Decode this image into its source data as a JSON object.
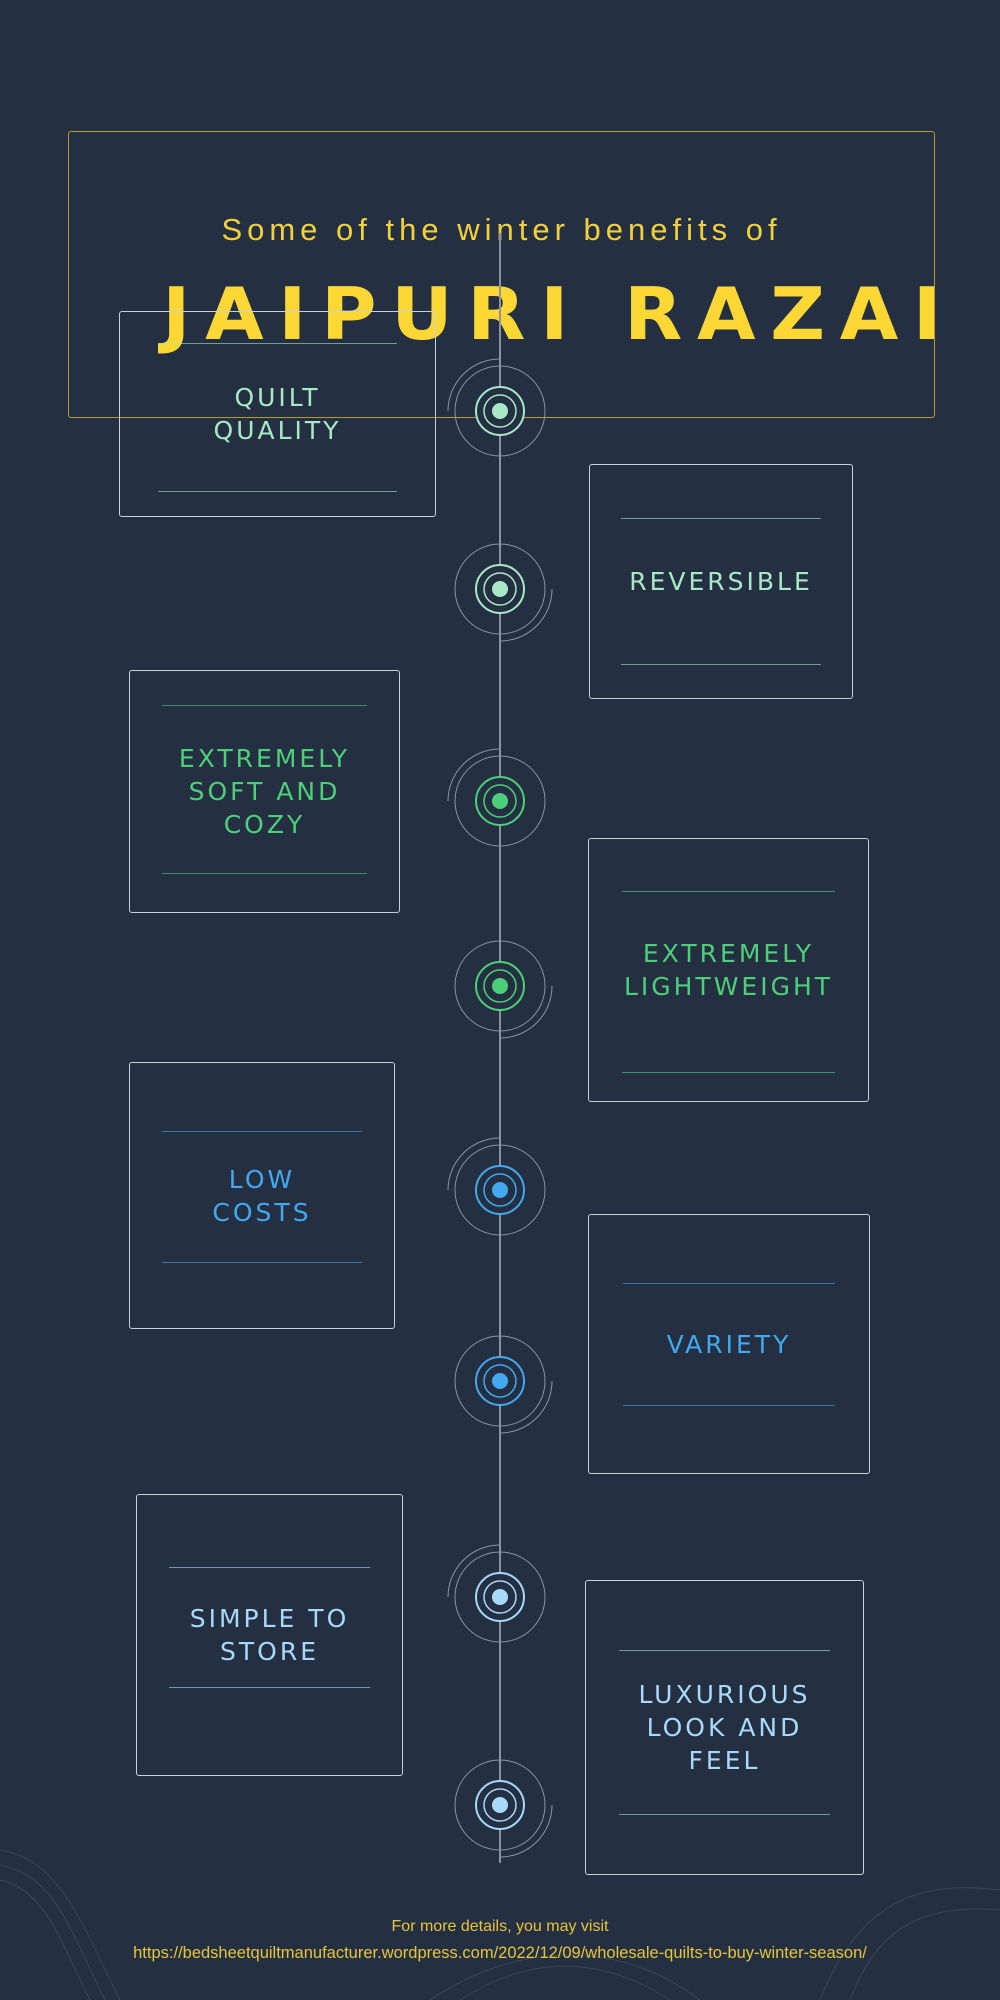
{
  "header": {
    "subtitle": "Some of the winter benefits of",
    "title": "JAIPURI RAZAI"
  },
  "benefits": [
    {
      "label": "QUILT\nQUALITY",
      "color": "#a9e8c6"
    },
    {
      "label": "REVERSIBLE",
      "color": "#a9e8c6"
    },
    {
      "label": "EXTREMELY\nSOFT AND\nCOZY",
      "color": "#4ccf78"
    },
    {
      "label": "EXTREMELY\nLIGHTWEIGHT",
      "color": "#4ccf78"
    },
    {
      "label": "LOW\nCOSTS",
      "color": "#42a8f0"
    },
    {
      "label": "VARIETY",
      "color": "#42a8f0"
    },
    {
      "label": "SIMPLE TO\nSTORE",
      "color": "#a8d8fa"
    },
    {
      "label": "LUXURIOUS\nLOOK AND\nFEEL",
      "color": "#a8d8fa"
    }
  ],
  "footer": {
    "line1": "For more details, you may visit",
    "url": "https://bedsheetquiltmanufacturer.wordpress.com/2022/12/09/wholesale-quilts-to-buy-winter-season/"
  }
}
